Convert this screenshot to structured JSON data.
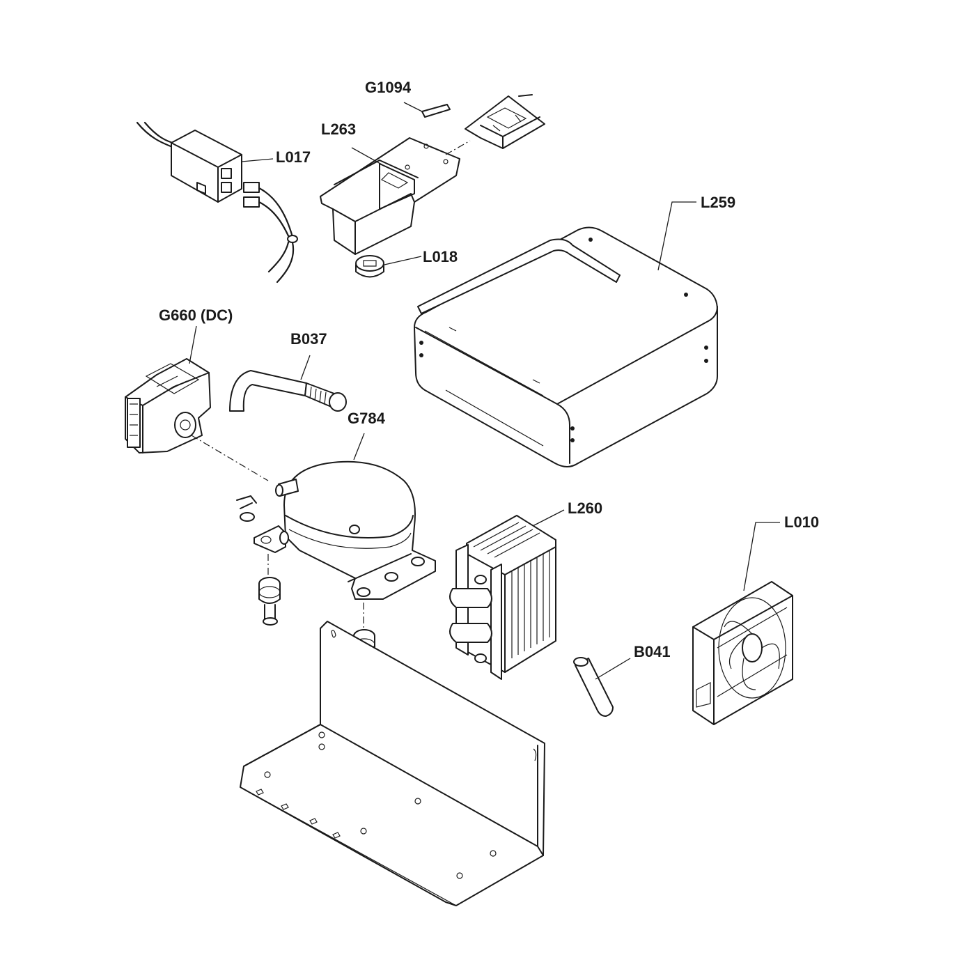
{
  "callouts": {
    "g1094": "G1094",
    "l263": "L263",
    "l017": "L017",
    "l259": "L259",
    "l018": "L018",
    "g660": "G660 (DC)",
    "b037": "B037",
    "g784": "G784",
    "l260": "L260",
    "l010": "L010",
    "b041": "B041"
  }
}
